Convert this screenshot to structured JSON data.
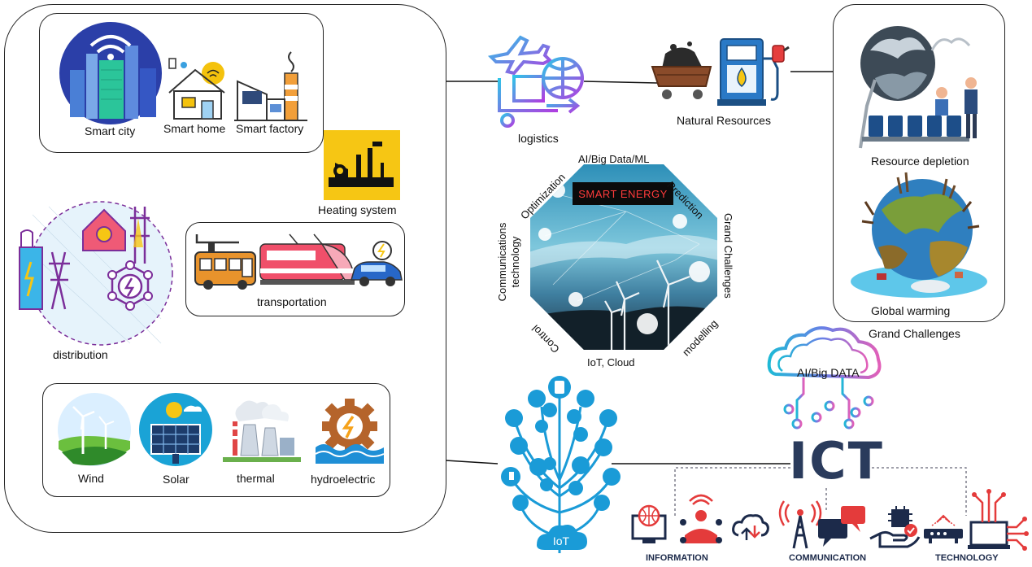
{
  "labels": {
    "smart_city": "Smart city",
    "smart_home": "Smart home",
    "smart_factory": "Smart factory",
    "heating_system": "Heating system",
    "transportation": "transportation",
    "distribution": "distribution",
    "wind": "Wind",
    "solar": "Solar",
    "thermal": "thermal",
    "hydroelectric": "hydroelectric",
    "logistics": "logistics",
    "natural_resources": "Natural Resources",
    "resource_depletion": "Resource depletion",
    "global_warming": "Global warming",
    "grand_challenges_box": "Grand Challenges",
    "smart_energy": "SMART ENERGY",
    "ring_ai": "AI/Big Data/ML",
    "ring_prediction": "Prediction",
    "ring_grand": "Grand Challenges",
    "ring_modelling": "modelling",
    "ring_iot_cloud": "IoT, Cloud",
    "ring_control": "Control",
    "ring_comm": "Communications technology",
    "ring_optimization": "Optimization",
    "ai_big_data": "AI/Big DATA",
    "ict": "ICT",
    "iot": "IoT",
    "information": "INFORMATION",
    "communication": "COMMUNICATION",
    "technology": "TECHNOLOGY"
  }
}
